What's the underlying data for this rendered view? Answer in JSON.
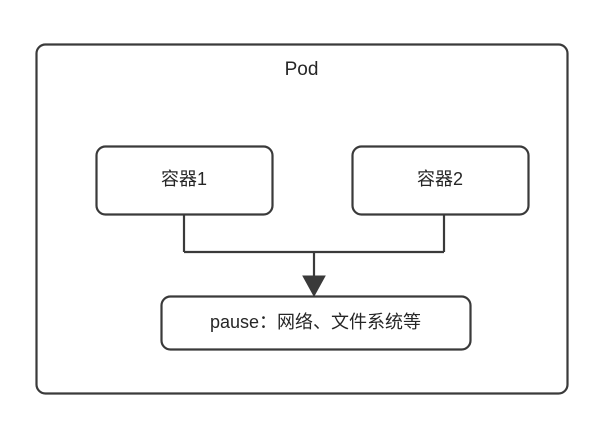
{
  "diagram": {
    "title": "Pod",
    "type": "kubernetes-pod-architecture",
    "outer_box": {
      "name": "Pod",
      "label": "Pod"
    },
    "containers": [
      {
        "id": "container-1",
        "label": "容器1"
      },
      {
        "id": "container-2",
        "label": "容器2"
      }
    ],
    "infra_box": {
      "id": "pause-container",
      "label": "pause：网络、文件系统等"
    },
    "connectors": [
      {
        "from": "container-1",
        "to": "pause-container",
        "style": "elbow"
      },
      {
        "from": "container-2",
        "to": "pause-container",
        "style": "elbow-arrow"
      }
    ],
    "colors": {
      "stroke": "#3a3a3a",
      "fill": "#ffffff",
      "text": "#262626",
      "background": "#ffffff"
    }
  }
}
